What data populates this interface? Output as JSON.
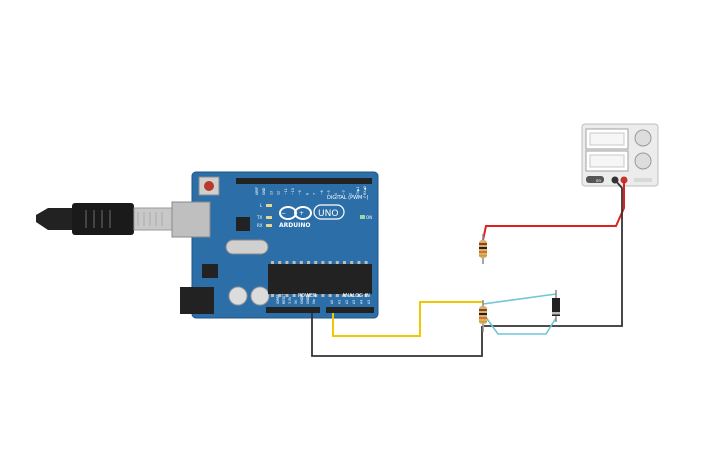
{
  "board": {
    "brand": "ARDUINO",
    "model": "UNO",
    "label_digital": "DIGITAL (PWM~)",
    "label_power": "POWER",
    "label_analog": "ANALOG IN",
    "label_on": "ON",
    "led_labels": [
      "L",
      "TX",
      "RX"
    ],
    "power_pins": [
      "IOREF",
      "RESET",
      "3.3V",
      "5V",
      "GND",
      "GND",
      "Vin"
    ],
    "analog_pins": [
      "A0",
      "A1",
      "A2",
      "A3",
      "A4",
      "A5"
    ],
    "digital_pins": [
      "AREF",
      "GND",
      "13",
      "12",
      "~11",
      "~10",
      "~9",
      "8",
      "7",
      "~6",
      "~5",
      "4",
      "~3",
      "2",
      "TX▶1",
      "RX◀0"
    ]
  },
  "power_supply": {
    "button_label": "on"
  },
  "colors": {
    "board": "#2c6fa8",
    "wire_red": "#e02020",
    "wire_yellow": "#f0c800",
    "wire_cyan": "#6ec6d8",
    "wire_black": "#333333"
  },
  "icons": {
    "usb_cable": "usb-cable-icon",
    "infinity_logo": "arduino-logo-icon"
  }
}
